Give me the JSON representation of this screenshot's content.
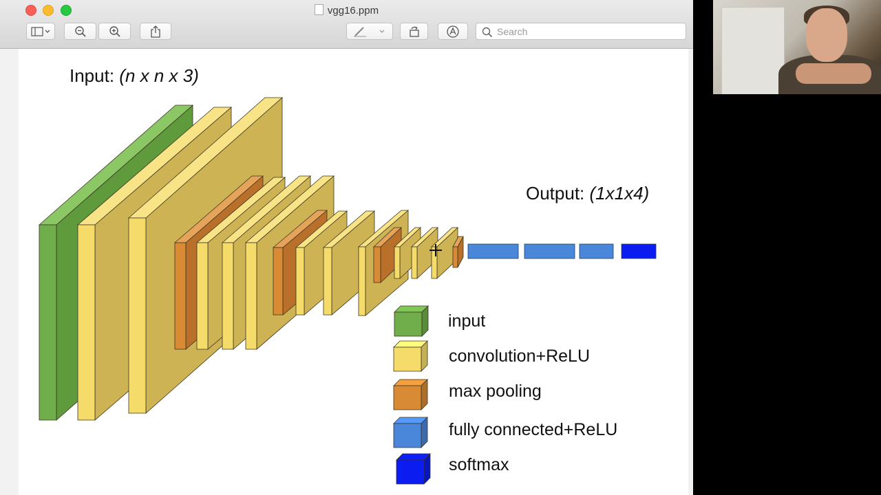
{
  "window": {
    "file_name": "vgg16.ppm",
    "search_placeholder": "Search"
  },
  "toolbar": {
    "buttons": [
      "sidebar-toggle-icon",
      "zoom-out-icon",
      "zoom-in-icon",
      "share-icon",
      "markup-pen-icon",
      "rotate-icon",
      "annotate-icon"
    ]
  },
  "diagram": {
    "input_prefix": "Input: ",
    "input_shape": "(n x n x 3)",
    "output_prefix": "Output: ",
    "output_shape": "(1x1x4)",
    "legend": [
      {
        "label": "input",
        "color": "#6fae4a"
      },
      {
        "label": "convolution+ReLU",
        "color": "#f5dc6a"
      },
      {
        "label": "max pooling",
        "color": "#d88a35"
      },
      {
        "label": "fully connected+ReLU",
        "color": "#4a86d9"
      },
      {
        "label": "softmax",
        "color": "#0a1cf0"
      }
    ],
    "colors": {
      "input_front": "#6fae4a",
      "input_side": "#5f9a3d",
      "input_top": "#8cc766",
      "conv_front": "#f5dc6a",
      "conv_side": "#cdb354",
      "conv_top": "#f8e487",
      "pool_front": "#d88a35",
      "pool_side": "#b8702a",
      "pool_top": "#e6a45a",
      "fc": "#4a86d9",
      "softmax": "#0a1cf0"
    }
  }
}
